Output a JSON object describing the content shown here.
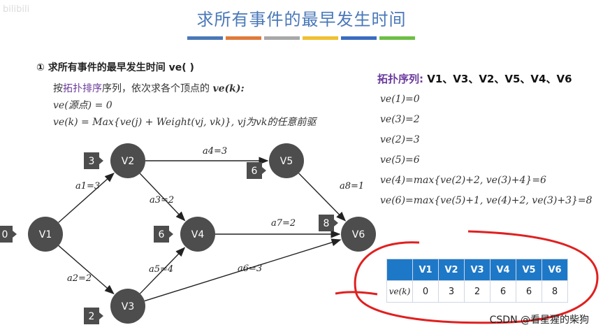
{
  "watermark_top_left": "bilibili",
  "title": "求所有事件的最早发生时间",
  "color_bar": [
    "#4a78b8",
    "#e07a3a",
    "#a8a8a8",
    "#f0c030",
    "#3a6cc0",
    "#6cbf44"
  ],
  "section": {
    "marker": "①",
    "heading": "求所有事件的最早发生时间 ve( )",
    "line1_pre": "按",
    "line1_link": "拓扑排序",
    "line1_post": "序列，依次求各个顶点的",
    "line1_ve": "ve(k):",
    "line2": "ve(源点) = 0",
    "line3": "ve(k) = Max{ve(j) + Weight(vj, vk)},   vj为vk的任意前驱"
  },
  "topo": {
    "label": "拓扑序列:",
    "sequence": "V1、V3、V2、V5、V4、V6"
  },
  "ve_steps": [
    "ve(1)=0",
    "ve(3)=2",
    "ve(2)=3",
    "ve(5)=6",
    "ve(4)=max{ve(2)+2, ve(3)+4}=6",
    "ve(6)=max{ve(5)+1, ve(4)+2, ve(3)+3}=8"
  ],
  "graph": {
    "nodes": [
      {
        "id": "V1",
        "label": "V1",
        "ve": "0"
      },
      {
        "id": "V2",
        "label": "V2",
        "ve": "3"
      },
      {
        "id": "V3",
        "label": "V3",
        "ve": "2"
      },
      {
        "id": "V4",
        "label": "V4",
        "ve": "6"
      },
      {
        "id": "V5",
        "label": "V5",
        "ve": "6"
      },
      {
        "id": "V6",
        "label": "V6",
        "ve": "8"
      }
    ],
    "edges": [
      {
        "from": "V1",
        "to": "V2",
        "label": "a1=3"
      },
      {
        "from": "V1",
        "to": "V3",
        "label": "a2=2"
      },
      {
        "from": "V2",
        "to": "V4",
        "label": "a3=2"
      },
      {
        "from": "V2",
        "to": "V5",
        "label": "a4=3"
      },
      {
        "from": "V3",
        "to": "V4",
        "label": "a5=4"
      },
      {
        "from": "V3",
        "to": "V6",
        "label": "a6=3"
      },
      {
        "from": "V4",
        "to": "V6",
        "label": "a7=2"
      },
      {
        "from": "V5",
        "to": "V6",
        "label": "a8=1"
      }
    ]
  },
  "table": {
    "headers": [
      "V1",
      "V2",
      "V3",
      "V4",
      "V5",
      "V6"
    ],
    "row_label": "ve(k)",
    "values": [
      "0",
      "3",
      "2",
      "6",
      "6",
      "8"
    ]
  },
  "watermark_bottom_right": "CSDN @看星猩的柴狗"
}
